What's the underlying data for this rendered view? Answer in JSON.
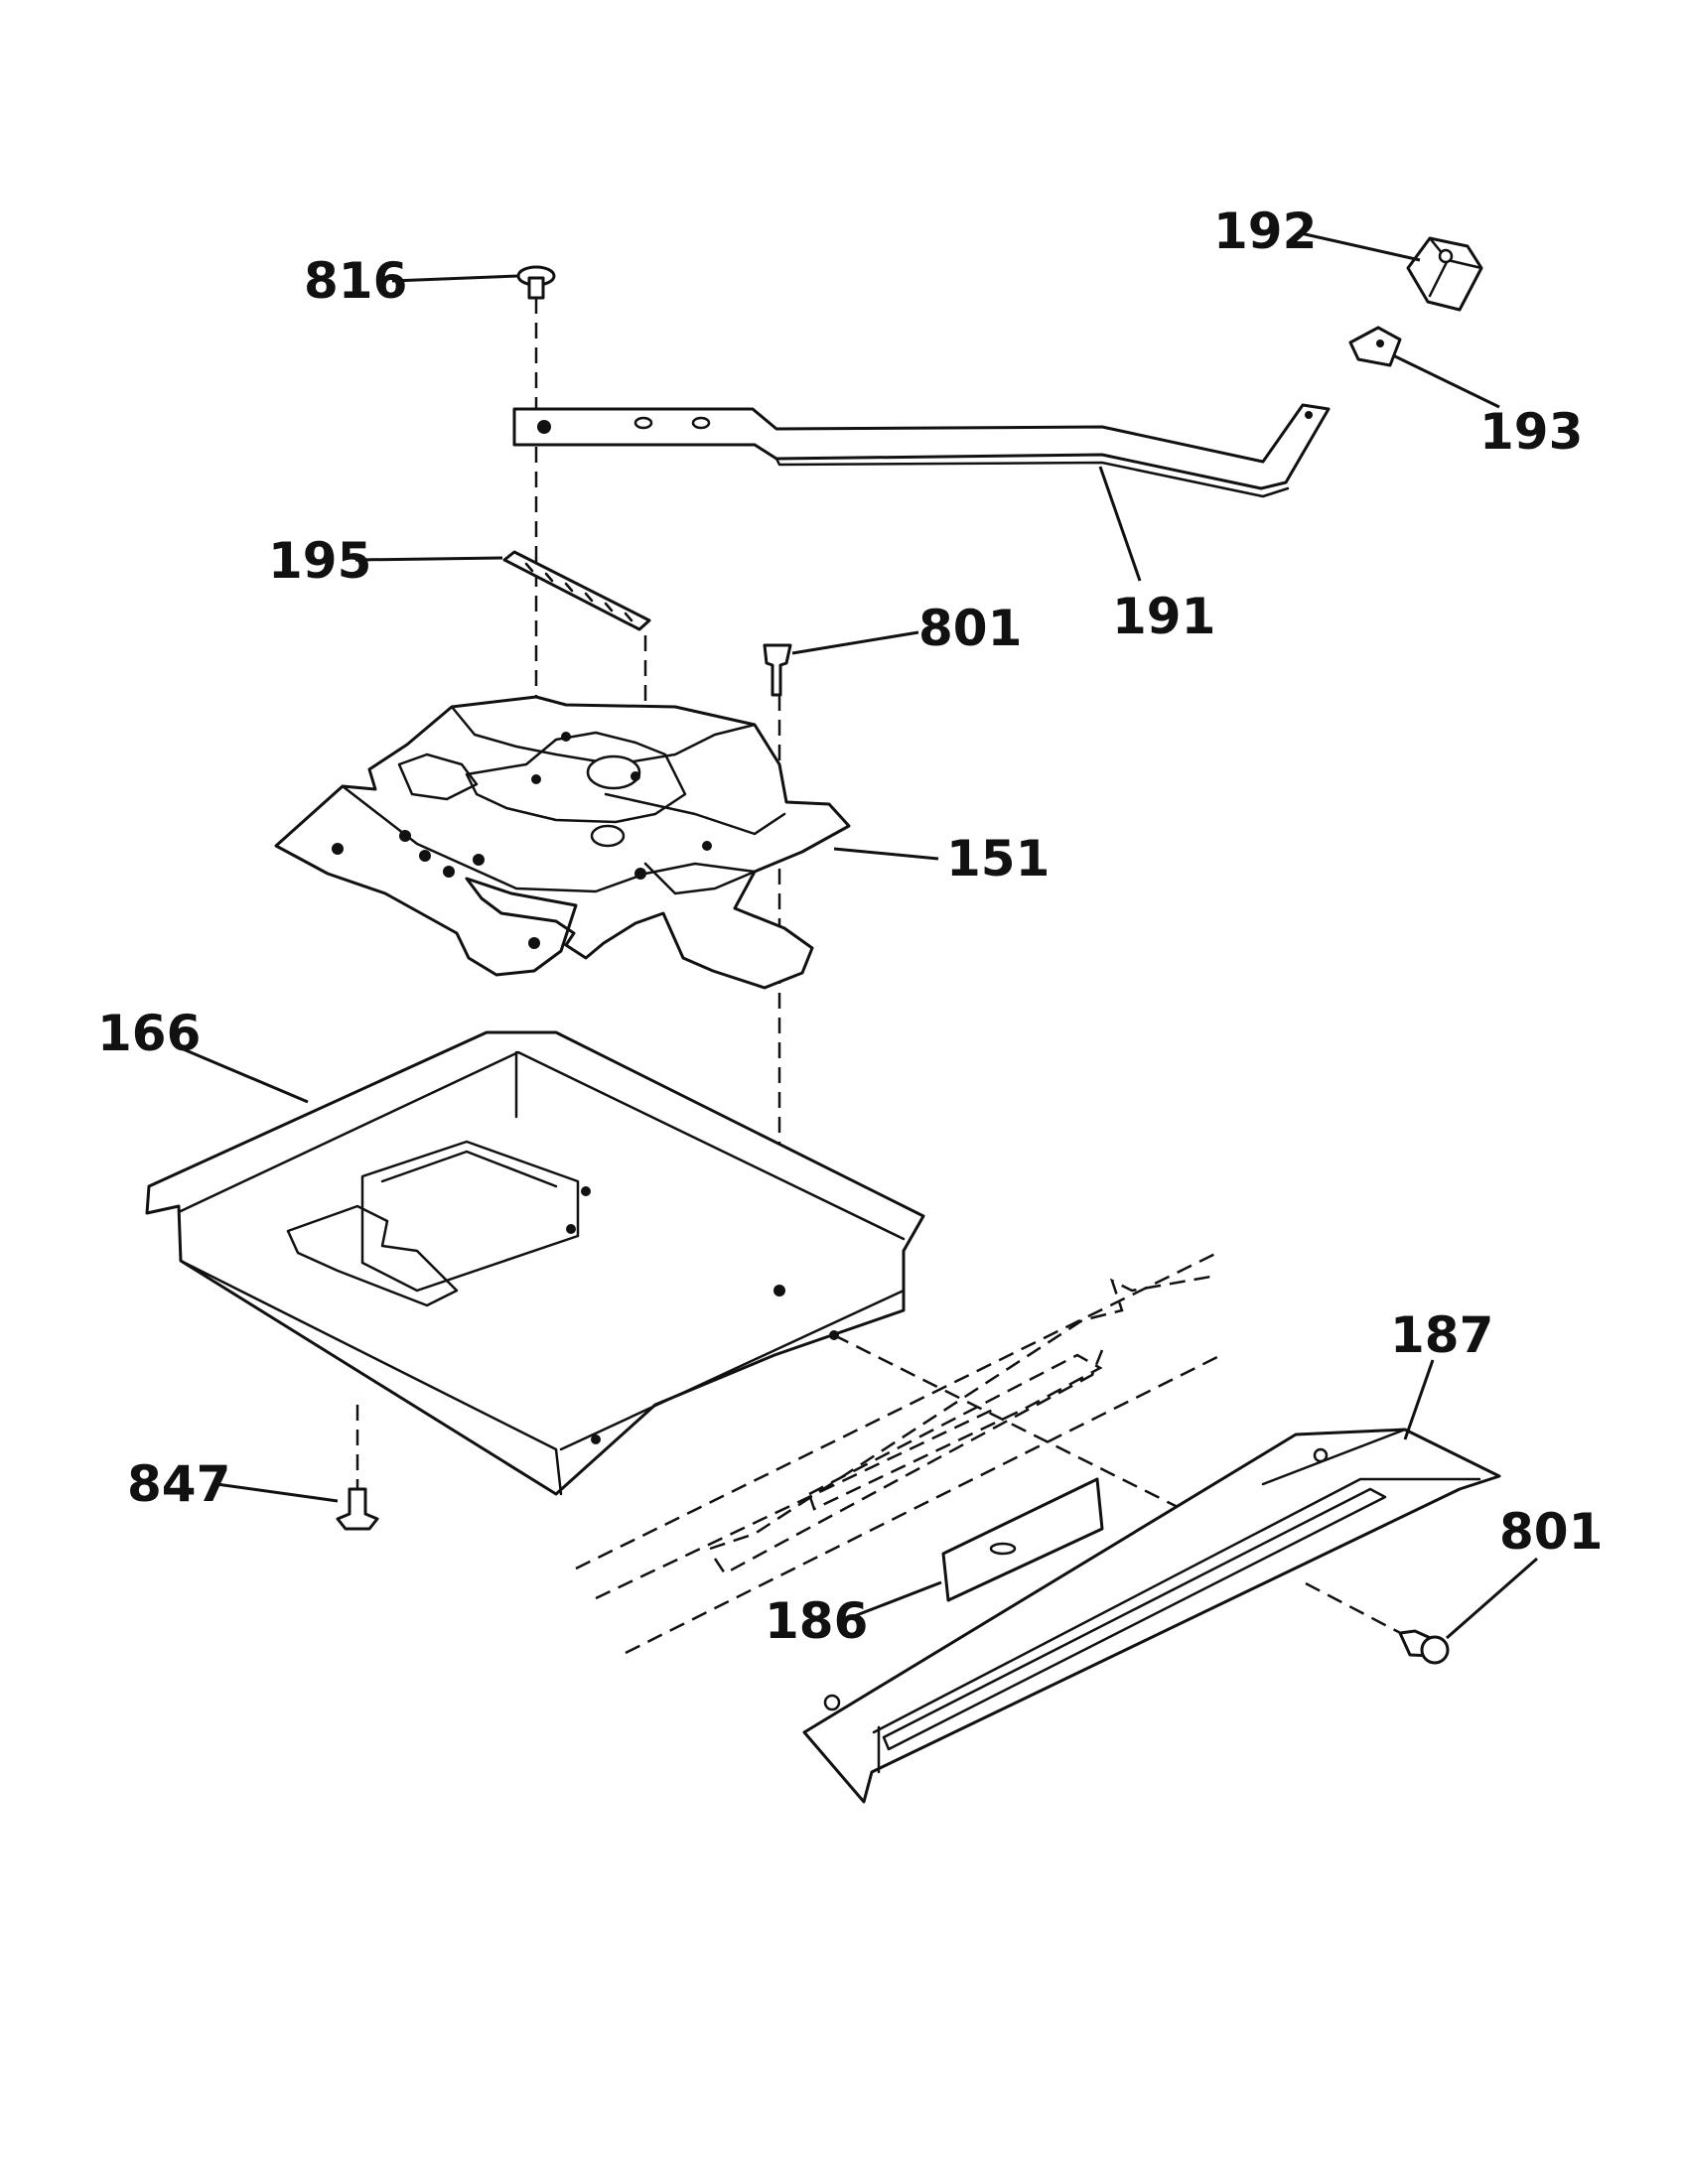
{
  "callouts": {
    "c816": "816",
    "c192": "192",
    "c193": "193",
    "c191": "191",
    "c195": "195",
    "c801_top": "801",
    "c151": "151",
    "c166": "166",
    "c187": "187",
    "c801_bottom": "801",
    "c847": "847",
    "c186": "186"
  },
  "colors": {
    "ink": "#111111",
    "background": "#ffffff"
  }
}
